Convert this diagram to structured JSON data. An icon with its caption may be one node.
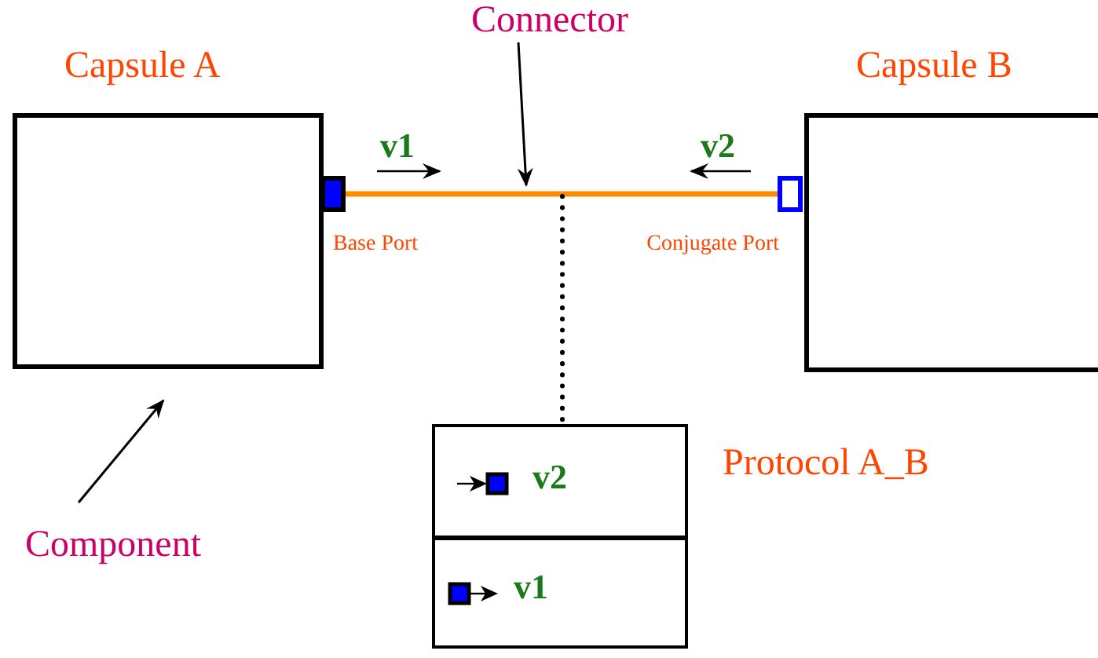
{
  "diagram": {
    "nodes": [
      {
        "text": [
          "Capsule A"
        ]
      },
      {
        "text": [
          "Capsule B"
        ]
      },
      {
        "text": [],
        "shape": "box",
        "beside": [
          "Base Port"
        ]
      },
      {
        "text": [],
        "shape": "box",
        "beside": [
          "Conjugate Port"
        ]
      },
      {
        "text": [],
        "shape": "box",
        "beside": [
          "Protocol A_B"
        ]
      },
      {
        "text": [
          "v2"
        ],
        "in": 4
      },
      {
        "text": [
          "v1"
        ],
        "in": 4
      },
      {
        "text": [
          "Connector"
        ]
      },
      {
        "text": [
          "Component"
        ]
      }
    ],
    "edges": [
      {
        "from": 2,
        "to": 3,
        "arrow": "none",
        "style": "thick",
        "color": "#ff8c00"
      },
      {
        "from": null,
        "to": 4,
        "arrow": "none",
        "style": "dashed"
      },
      {
        "from": 7,
        "to": null,
        "arrow": "to"
      },
      {
        "from": 8,
        "to": 0,
        "arrow": "to"
      }
    ],
    "labels": [
      "v1",
      "v2"
    ]
  }
}
